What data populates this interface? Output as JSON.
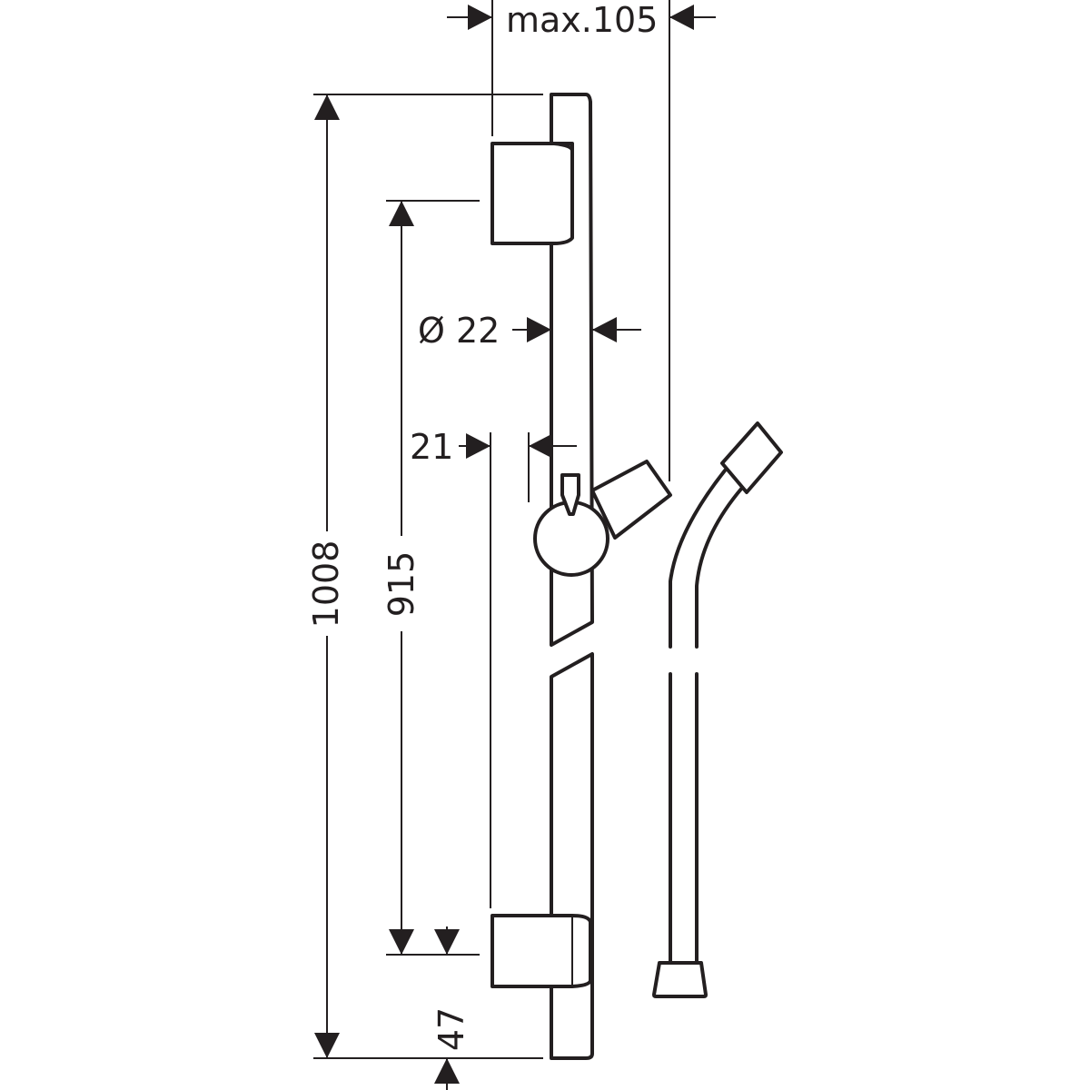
{
  "drawing": {
    "type": "technical dimension drawing",
    "subject": "shower rail with sliding holder and hose",
    "dimensions": {
      "max_projection": "max.105",
      "overall_height": "1008",
      "bracket_spacing": "915",
      "rail_diameter": "Ø 22",
      "holder_offset": "21",
      "bottom_offset": "47"
    },
    "line_color": "#231f20",
    "background_color": "#ffffff"
  }
}
